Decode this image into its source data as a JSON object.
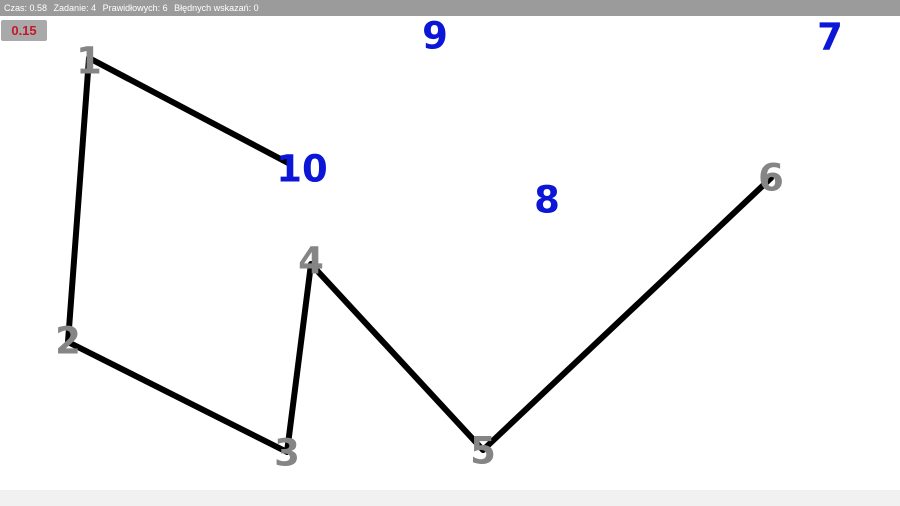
{
  "status_bar": {
    "czas": "Czas: 0.58",
    "zadanie": "Zadanie: 4",
    "prawidlowych": "Prawidłowych: 6",
    "bledne": "Błędnych wskazań: 0"
  },
  "timer": "0.15",
  "colors": {
    "visited_number": "#858585",
    "pending_number": "#0b16d6",
    "path_line": "#000000",
    "status_bar": "#9b9b9b",
    "timer_text": "#c4182a"
  },
  "path_order": [
    "1",
    "2",
    "3",
    "4",
    "5",
    "6"
  ],
  "nodes": {
    "n1": {
      "label": "1",
      "state": "visited"
    },
    "n2": {
      "label": "2",
      "state": "visited"
    },
    "n3": {
      "label": "3",
      "state": "visited"
    },
    "n4": {
      "label": "4",
      "state": "visited"
    },
    "n5": {
      "label": "5",
      "state": "visited"
    },
    "n6": {
      "label": "6",
      "state": "visited"
    },
    "n7": {
      "label": "7",
      "state": "pending"
    },
    "n8": {
      "label": "8",
      "state": "pending"
    },
    "n9": {
      "label": "9",
      "state": "pending"
    },
    "n10": {
      "label": "10",
      "state": "pending"
    }
  }
}
